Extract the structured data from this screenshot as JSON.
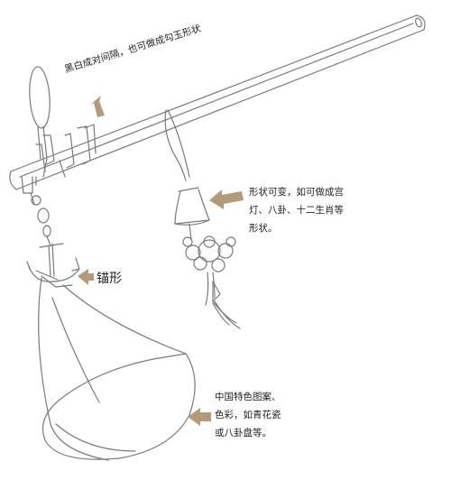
{
  "annotations": {
    "divider": {
      "text": "黑白成对间隔，也可做成勾玉形状"
    },
    "bell": {
      "lines": [
        "形状可变，如可做成宫",
        "灯、八卦、十二生肖等",
        "形状。"
      ]
    },
    "anchor": {
      "text": "锚形"
    },
    "net": {
      "lines": [
        "中国特色图案、",
        "色彩，如青花瓷",
        "或八卦盘等。"
      ]
    }
  },
  "colors": {
    "line": "#7a7a7a",
    "arrow": "#b49a7a",
    "text": "#222222"
  }
}
